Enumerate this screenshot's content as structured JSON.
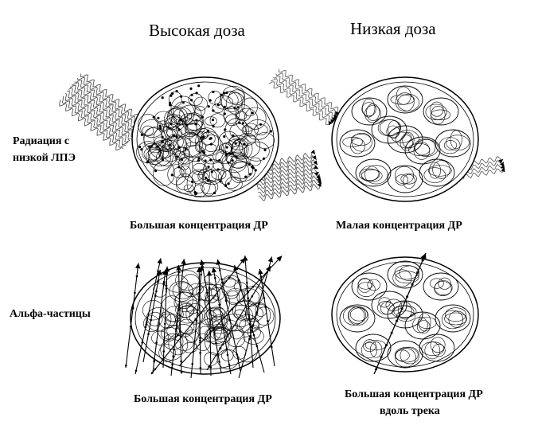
{
  "columns": {
    "high_dose": "Высокая доза",
    "low_dose": "Низкая доза"
  },
  "rows": {
    "low_let_line1": "Радиация с",
    "low_let_line2": "низкой ЛПЭ",
    "alpha": "Альфа-частицы"
  },
  "captions": {
    "top_left": "Большая концентрация ДР",
    "top_right": "Малая концентрация ДР",
    "bottom_left": "Большая концентрация ДР",
    "bottom_right_line1": "Большая концентрация ДР",
    "bottom_right_line2": "вдоль трека"
  },
  "colors": {
    "ink": "#000000",
    "hatch": "#7a7a7a",
    "background": "#ffffff"
  }
}
